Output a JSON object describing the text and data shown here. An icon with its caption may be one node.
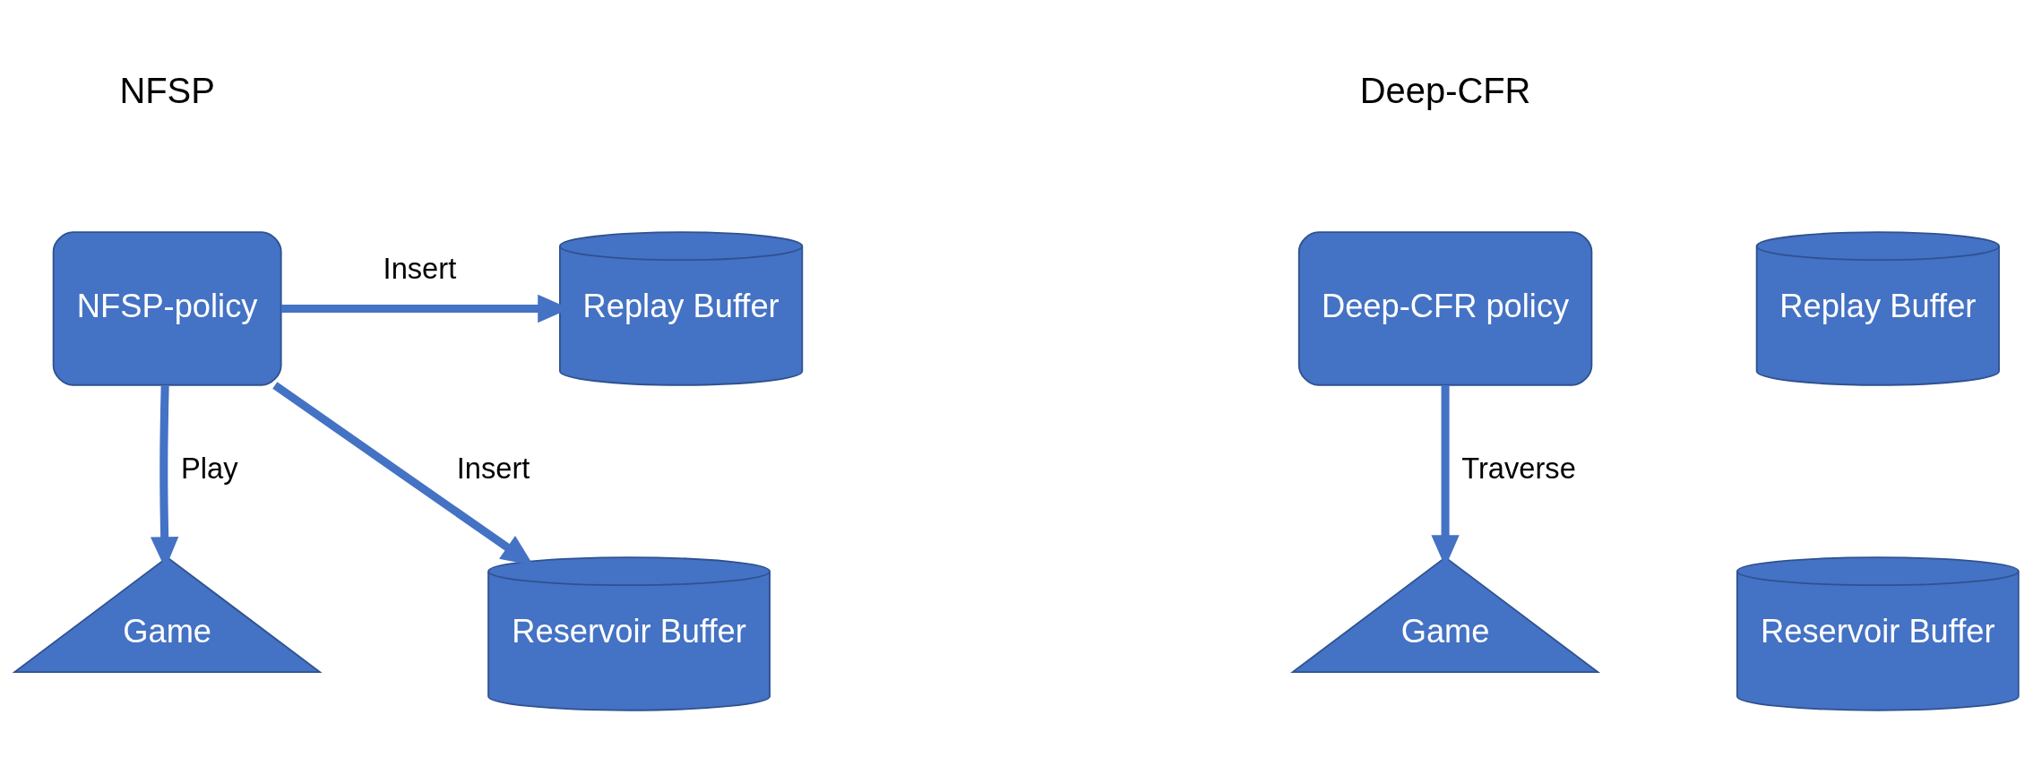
{
  "diagram": {
    "nodes": [
      {
        "text": [
          "NFSP-policy"
        ]
      },
      {
        "text": [
          "Game"
        ]
      },
      {
        "text": [
          "Replay Buffer"
        ]
      },
      {
        "text": [
          "Reservoir Buffer"
        ]
      },
      {
        "text": [
          "Deep-CFR policy"
        ]
      },
      {
        "text": [
          "Game"
        ]
      },
      {
        "text": [
          "Replay Buffer"
        ]
      },
      {
        "text": [
          "Reservoir Buffer"
        ]
      }
    ],
    "edges": [
      {
        "from": 0,
        "to": 1,
        "arrow": "to",
        "label": "Play"
      },
      {
        "from": 0,
        "to": 2,
        "arrow": "to",
        "label": "Insert"
      },
      {
        "from": 0,
        "to": 3,
        "arrow": "to",
        "label": "Insert"
      },
      {
        "from": 4,
        "to": 5,
        "arrow": "to",
        "label": "Traverse"
      }
    ],
    "labels": [
      "NFSP",
      "Deep-CFR"
    ]
  }
}
